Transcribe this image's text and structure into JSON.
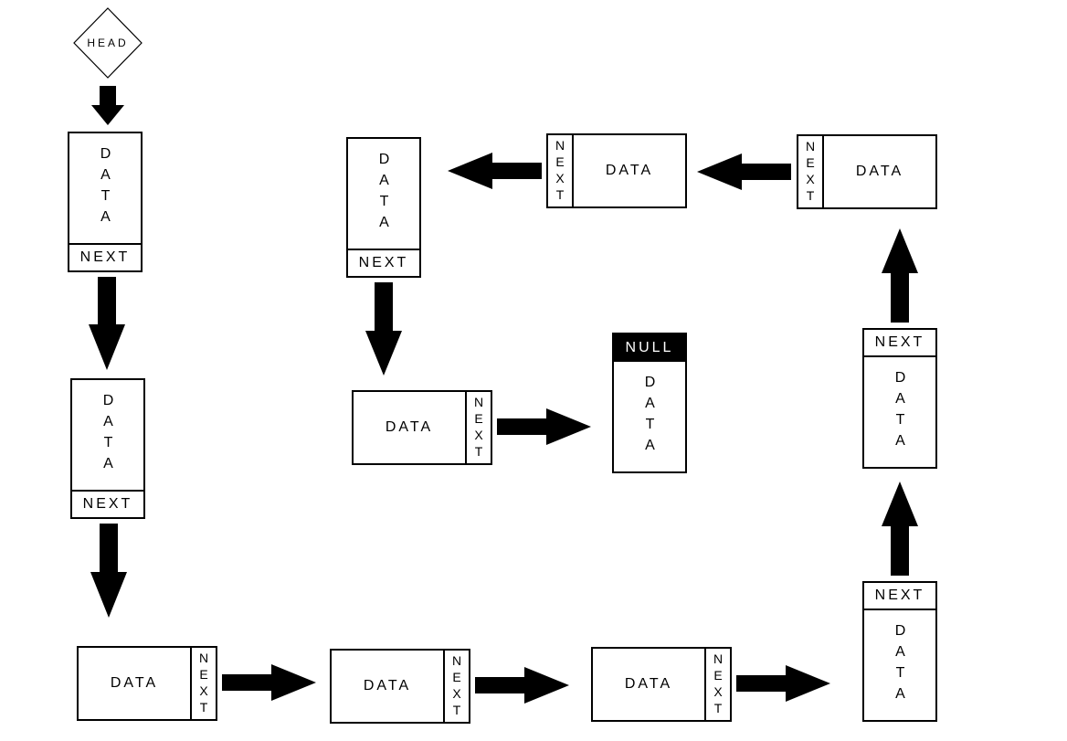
{
  "head": {
    "label": "HEAD"
  },
  "labels": {
    "data": "DATA",
    "next": "NEXT",
    "null": "NULL"
  },
  "colors": {
    "stroke": "#000000",
    "fill": "#ffffff",
    "null_fill": "#000000",
    "null_text": "#ffffff"
  },
  "nodes": [
    {
      "id": "n1",
      "orientation": "vertical",
      "next_position": "bottom"
    },
    {
      "id": "n2",
      "orientation": "vertical",
      "next_position": "bottom"
    },
    {
      "id": "n3",
      "orientation": "horizontal",
      "next_position": "right"
    },
    {
      "id": "n4",
      "orientation": "horizontal",
      "next_position": "right"
    },
    {
      "id": "n5",
      "orientation": "horizontal",
      "next_position": "right"
    },
    {
      "id": "n6",
      "orientation": "vertical",
      "next_position": "top"
    },
    {
      "id": "n7",
      "orientation": "vertical",
      "next_position": "top"
    },
    {
      "id": "n8",
      "orientation": "horizontal",
      "next_position": "left"
    },
    {
      "id": "n9",
      "orientation": "horizontal",
      "next_position": "left"
    },
    {
      "id": "n10",
      "orientation": "vertical",
      "next_position": "bottom"
    },
    {
      "id": "n11",
      "orientation": "horizontal",
      "next_position": "right"
    },
    {
      "id": "n12",
      "orientation": "vertical",
      "next_position": "top",
      "terminal": true
    }
  ]
}
